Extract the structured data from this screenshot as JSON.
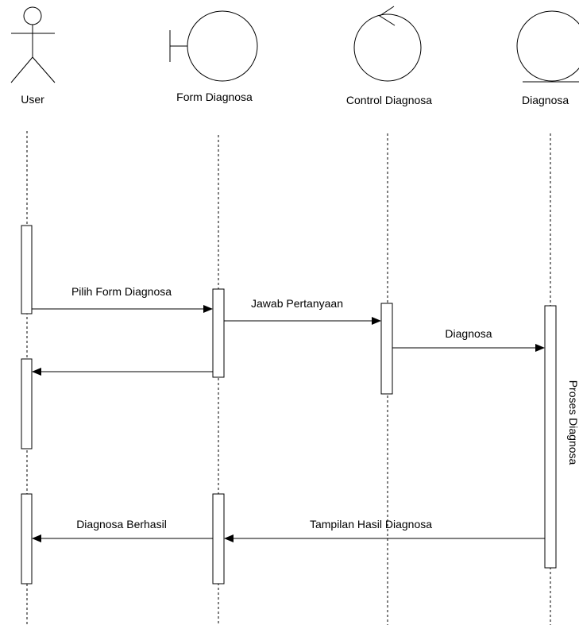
{
  "participants": [
    {
      "id": "user",
      "label": "User",
      "type": "actor"
    },
    {
      "id": "form",
      "label": "Form Diagnosa",
      "type": "boundary"
    },
    {
      "id": "control",
      "label": "Control Diagnosa",
      "type": "control"
    },
    {
      "id": "entity",
      "label": "Diagnosa",
      "type": "entity"
    }
  ],
  "messages": [
    {
      "id": "m1",
      "from": "user",
      "to": "form",
      "label": "Pilih Form Diagnosa"
    },
    {
      "id": "m2",
      "from": "form",
      "to": "control",
      "label": "Jawab Pertanyaan"
    },
    {
      "id": "m3",
      "from": "control",
      "to": "entity",
      "label": "Diagnosa"
    },
    {
      "id": "m4",
      "from": "form",
      "to": "user",
      "label": ""
    },
    {
      "id": "m5",
      "from": "entity",
      "to": "form",
      "label": "Tampilan Hasil Diagnosa"
    },
    {
      "id": "m6",
      "from": "form",
      "to": "user",
      "label": "Diagnosa Berhasil"
    }
  ],
  "activation_notes": {
    "entity_activation": "Proses Diagnosa"
  }
}
